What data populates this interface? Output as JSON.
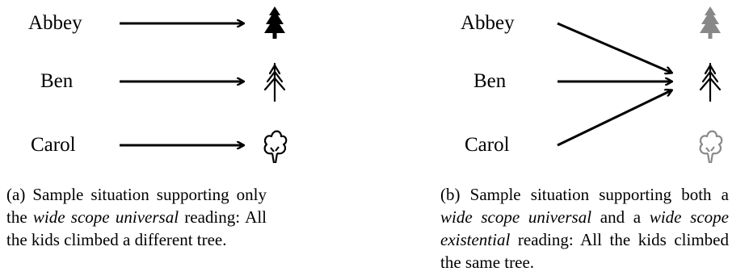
{
  "panel_a": {
    "kids": [
      "Abbey",
      "Ben",
      "Carol"
    ],
    "caption": {
      "label": "(a)",
      "pre": "Sample situation supporting only the",
      "em": "wide scope universal",
      "post": "reading: All the kids climbed a different tree."
    }
  },
  "panel_b": {
    "kids": [
      "Abbey",
      "Ben",
      "Carol"
    ],
    "caption": {
      "label": "(b)",
      "pre": "Sample situation supporting both a",
      "em1": "wide scope universal",
      "mid": "and a",
      "em2": "wide scope existential",
      "post": "reading: All the kids climbed the same tree."
    }
  },
  "colors": {
    "ink": "#000000",
    "faded": "#888888"
  },
  "icons": [
    "fir-tree-icon",
    "pine-tree-icon",
    "leafy-tree-icon"
  ]
}
